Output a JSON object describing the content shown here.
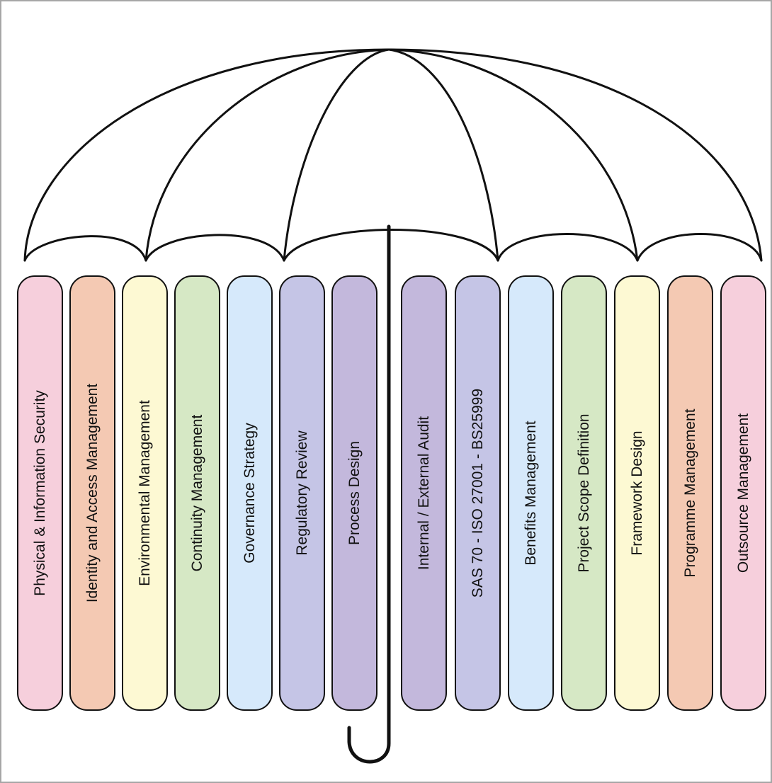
{
  "pillars": [
    {
      "label": "Physical & Information Security",
      "color": "#f6cfdc"
    },
    {
      "label": "Identity and Access Management",
      "color": "#f4c9b3"
    },
    {
      "label": "Environmental  Management",
      "color": "#fdf9d3"
    },
    {
      "label": "Continuity Management",
      "color": "#d6e8c5"
    },
    {
      "label": "Governance Strategy",
      "color": "#d6e9fb"
    },
    {
      "label": "Regulatory Review",
      "color": "#c5c5e6"
    },
    {
      "label": "Process Design",
      "color": "#c3b8dc"
    },
    {
      "label": "Internal / External Audit",
      "color": "#c3b8dc"
    },
    {
      "label": "SAS 70 - ISO 27001 - BS25999",
      "color": "#c5c5e6"
    },
    {
      "label": "Benefits Management",
      "color": "#d6e9fb"
    },
    {
      "label": "Project Scope Definition",
      "color": "#d6e8c5"
    },
    {
      "label": "Framework Design",
      "color": "#fdf9d3"
    },
    {
      "label": "Programme Management",
      "color": "#f4c9b3"
    },
    {
      "label": "Outsource Management",
      "color": "#f6cfdc"
    }
  ]
}
